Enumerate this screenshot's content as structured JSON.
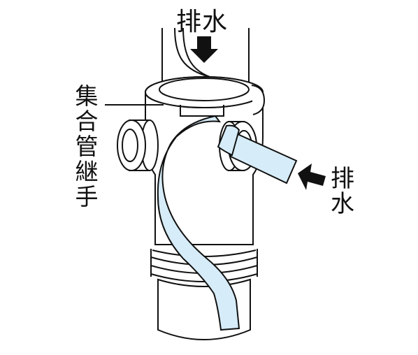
{
  "labels": {
    "drain_top": "排水",
    "drain_side": "排水",
    "manifold_joint": "集合管継手"
  },
  "colors": {
    "outline": "#111111",
    "hose_fill": "#d6ecf8",
    "background": "#ffffff"
  }
}
